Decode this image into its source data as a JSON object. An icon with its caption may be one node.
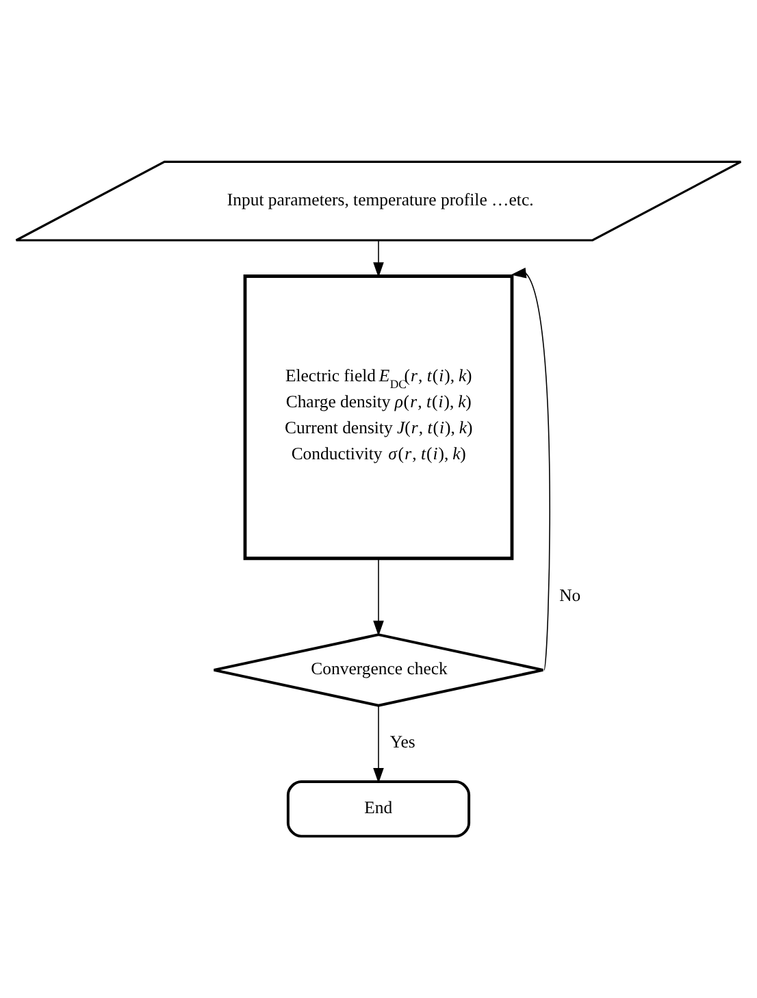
{
  "diagram": {
    "nodes": [
      {
        "text": [
          "Input parameters, temperature profile …etc."
        ]
      },
      {
        "text": [
          "Electric field *E*$_{DC}$(*r*, *t*(*i*), *k*)",
          "Charge density *ρ*(*r*, *t*(*i*), *k*)",
          "Current density *J*(*r*, *t*(*i*), *k*)",
          "Conductivity *σ*(*r*, *t*(*i*), *k*)"
        ]
      },
      {
        "text": [
          "Convergence check"
        ]
      },
      {
        "text": [
          "End"
        ]
      }
    ],
    "edges": [
      {
        "from": 0,
        "to": 1,
        "arrow": "to"
      },
      {
        "from": 1,
        "to": 2,
        "arrow": "to"
      },
      {
        "from": 2,
        "to": 3,
        "arrow": "to",
        "label": "Yes"
      },
      {
        "from": 2,
        "to": 1,
        "arrow": "to",
        "label": "No"
      }
    ]
  }
}
